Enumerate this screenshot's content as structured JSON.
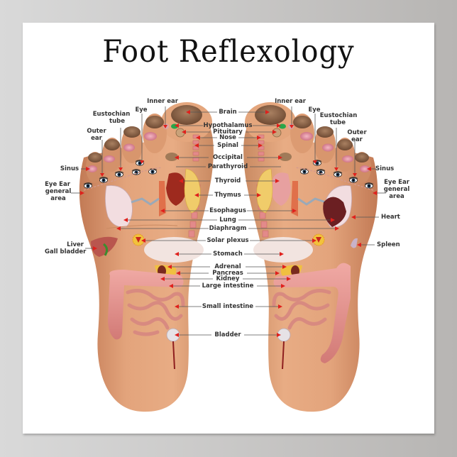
{
  "poster": {
    "title": "Foot Reflexology",
    "colors": {
      "skin": "#e0a27a",
      "skin_shadow": "#c8825c",
      "arrow": "#e0201c",
      "leader": "#555555",
      "label": "#333333",
      "background": "#ffffff"
    }
  },
  "center_labels": [
    {
      "id": "brain",
      "text": "Brain"
    },
    {
      "id": "hypothalamus",
      "text": "Hypothalamus"
    },
    {
      "id": "pituitary",
      "text": "Pituitary"
    },
    {
      "id": "nose",
      "text": "Nose"
    },
    {
      "id": "spinal",
      "text": "Spinal"
    },
    {
      "id": "occipital",
      "text": "Occipital"
    },
    {
      "id": "parathyroid",
      "text": "Parathyroid"
    },
    {
      "id": "thyroid",
      "text": "Thyroid"
    },
    {
      "id": "thymus",
      "text": "Thymus"
    },
    {
      "id": "esophagus",
      "text": "Esophagus"
    },
    {
      "id": "lung",
      "text": "Lung"
    },
    {
      "id": "diaphragm",
      "text": "Diaphragm"
    },
    {
      "id": "solar_plexus",
      "text": "Solar plexus"
    },
    {
      "id": "stomach",
      "text": "Stomach"
    },
    {
      "id": "adrenal",
      "text": "Adrenal"
    },
    {
      "id": "pancreas",
      "text": "Pancreas"
    },
    {
      "id": "kidney",
      "text": "Kidney"
    },
    {
      "id": "large_intestine",
      "text": "Large intestine"
    },
    {
      "id": "small_intestine",
      "text": "Small intestine"
    },
    {
      "id": "bladder",
      "text": "Bladder"
    }
  ],
  "left_foot_labels": {
    "inner_ear": "Inner ear",
    "eye": "Eye",
    "eustochian_line1": "Eustochian",
    "eustochian_line2": "tube",
    "outer_ear_line1": "Outer",
    "outer_ear_line2": "ear",
    "sinus": "Sinus",
    "eye_ear_line1": "Eye Ear",
    "eye_ear_line2": "general",
    "eye_ear_line3": "area",
    "liver": "Liver",
    "gall_bladder": "Gall bladder"
  },
  "right_foot_labels": {
    "inner_ear": "Inner ear",
    "eye": "Eye",
    "eustochian_line1": "Eustochian",
    "eustochian_line2": "tube",
    "outer_ear_line1": "Outer",
    "outer_ear_line2": "ear",
    "sinus": "Sinus",
    "eye_ear_line1": "Eye Ear",
    "eye_ear_line2": "general",
    "eye_ear_line3": "area",
    "heart": "Heart",
    "spleen": "Spleen"
  }
}
